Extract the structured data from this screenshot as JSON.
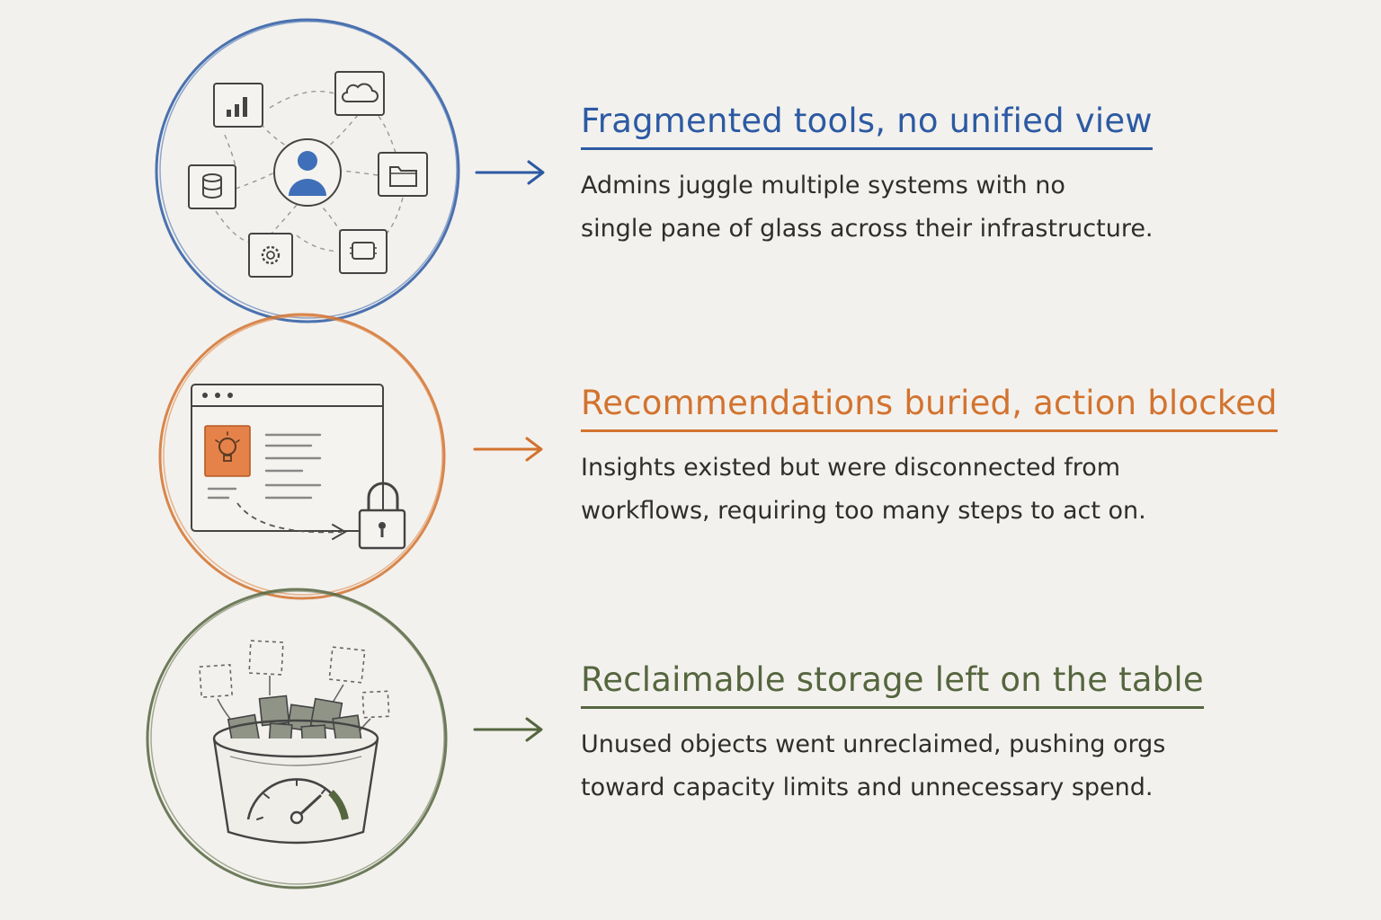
{
  "colors": {
    "blue": "#2c5aa3",
    "orange": "#d2732f",
    "green": "#55663f",
    "ink": "#3a3a38",
    "background": "#f3f1ed"
  },
  "rows": [
    {
      "heading": "Fragmented tools, no unified view",
      "line1": "Admins juggle multiple systems with no",
      "line2": "single pane of glass across their infrastructure.",
      "icons": [
        "bar-chart-icon",
        "cloud-icon",
        "database-icon",
        "user-icon",
        "folder-icon",
        "gear-icon",
        "chip-icon"
      ]
    },
    {
      "heading": "Recommendations buried, action blocked",
      "line1": "Insights existed but were disconnected from",
      "line2": "workflows, requiring too many steps to act on.",
      "icons": [
        "browser-window-icon",
        "lightbulb-icon",
        "padlock-icon"
      ]
    },
    {
      "heading": "Reclaimable storage left on the table",
      "line1": "Unused objects went unreclaimed, pushing orgs",
      "line2": "toward capacity limits and unnecessary spend.",
      "icons": [
        "storage-bucket-icon",
        "gauge-icon"
      ]
    }
  ]
}
